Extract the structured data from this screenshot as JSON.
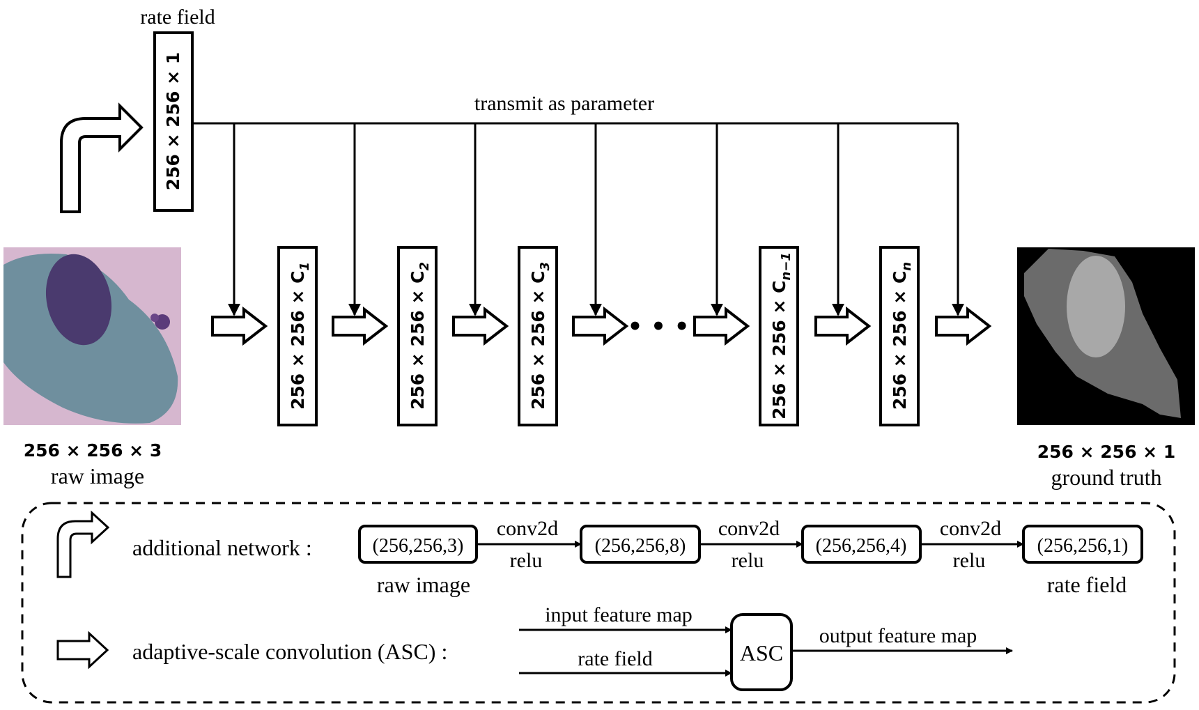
{
  "top": {
    "rate_field_label": "rate field",
    "rate_field_dims": "256 × 256 × 1",
    "transmit_label": "transmit as parameter"
  },
  "layers": [
    {
      "base": "256 × 256 × C",
      "sub": "1"
    },
    {
      "base": "256 × 256 × C",
      "sub": "2"
    },
    {
      "base": "256 × 256 × C",
      "sub": "3"
    },
    {
      "base": "256 × 256 × C",
      "sub": "n−1"
    },
    {
      "base": "256 × 256 × C",
      "sub": "n"
    }
  ],
  "input": {
    "dims": "256 × 256 × 3",
    "label": "raw image"
  },
  "output": {
    "dims": "256 × 256 × 1",
    "label": "ground truth"
  },
  "ellipsis": "• • •",
  "legend": {
    "additional_network_label": "additional network :",
    "asc_label": "adaptive-scale convolution (ASC) :",
    "tensors": [
      "(256,256,3)",
      "(256,256,8)",
      "(256,256,4)",
      "(256,256,1)"
    ],
    "op_top": "conv2d",
    "op_bottom": "relu",
    "tensor_caption_first": "raw image",
    "tensor_caption_last": "rate field",
    "input_feature_map": "input feature map",
    "rate_field": "rate field",
    "asc_box": "ASC",
    "output_feature_map": "output feature map"
  },
  "colors": {
    "line": "#000000",
    "cell_background": "#d6b7cf",
    "cytoplasm": "#6f8f9e",
    "nucleus": "#4a3a6e",
    "gt_background": "#000000",
    "gt_cytoplasm": "#6b6b6b",
    "gt_nucleus": "#a8a8a8"
  }
}
